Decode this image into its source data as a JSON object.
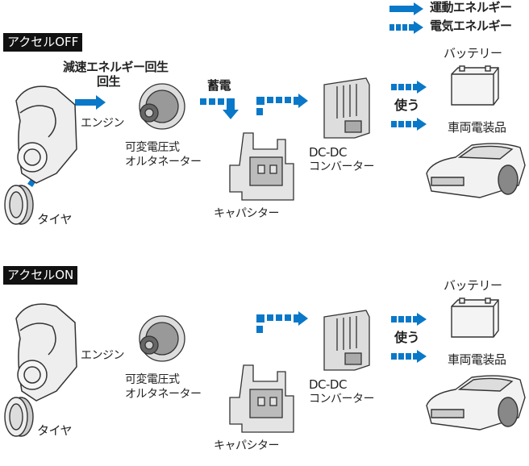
{
  "legend": {
    "kinetic": "運動エネルギー",
    "electric": "電気エネルギー"
  },
  "colors": {
    "arrow": "#0a78c8",
    "badge": "#111111"
  },
  "sections": [
    {
      "mode": "アクセルOFF",
      "regen_line1": "減速エネルギー回生",
      "regen_line2": "回生",
      "store": "蓄電",
      "engine": "エンジン",
      "alt1": "可変電圧式",
      "alt2": "オルタネーター",
      "capacitor": "キャパシター",
      "dcdc1": "DC-DC",
      "dcdc2": "コンバーター",
      "use": "使う",
      "battery": "バッテリー",
      "electrics": "車両電装品",
      "tire": "タイヤ"
    },
    {
      "mode": "アクセルON",
      "engine": "エンジン",
      "alt1": "可変電圧式",
      "alt2": "オルタネーター",
      "capacitor": "キャパシター",
      "dcdc1": "DC-DC",
      "dcdc2": "コンバーター",
      "use": "使う",
      "battery": "バッテリー",
      "electrics": "車両電装品",
      "tire": "タイヤ"
    }
  ]
}
